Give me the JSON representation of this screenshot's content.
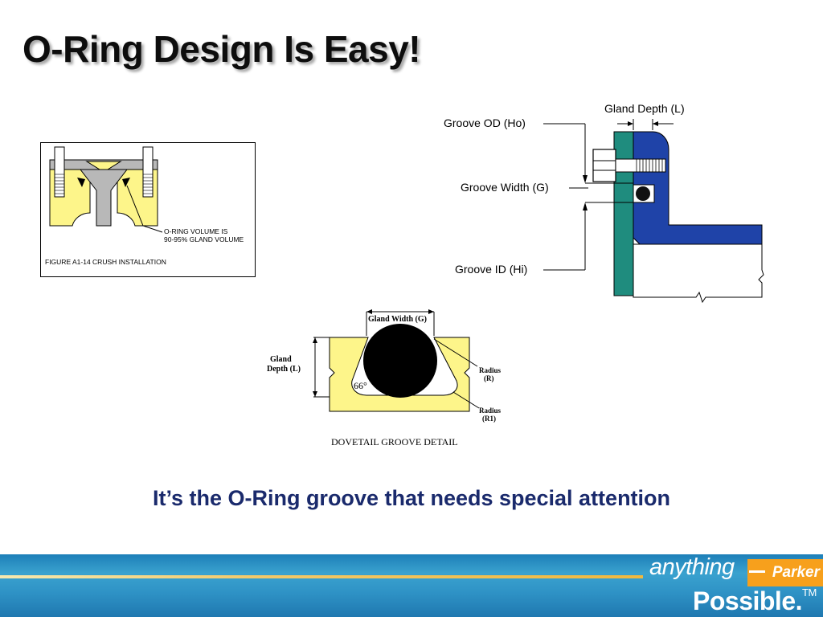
{
  "slide": {
    "title": "O-Ring Design Is Easy!",
    "caption": "It’s the O-Ring groove that needs special attention"
  },
  "figure_crush": {
    "note_line1": "O-RING VOLUME IS",
    "note_line2": "90-95% GLAND VOLUME",
    "label": "FIGURE A1-14 CRUSH INSTALLATION"
  },
  "figure_face_seal": {
    "gland_depth": "Gland Depth (L)",
    "groove_od": "Groove OD (Ho)",
    "groove_width": "Groove Width (G)",
    "groove_id": "Groove ID (Hi)"
  },
  "figure_dovetail": {
    "gland_width": "Gland Width (G)",
    "gland_depth_line1": "Gland",
    "gland_depth_line2": "Depth (L)",
    "angle": "66°",
    "radius_r_line1": "Radius",
    "radius_r_line2": "(R)",
    "radius_r1_line1": "Radius",
    "radius_r1_line2": "(R1)",
    "label": "DOVETAIL GROOVE DETAIL"
  },
  "brand": {
    "anything": "anything",
    "parker": "Parker",
    "possible": "Possible.",
    "tm": "TM"
  },
  "colors": {
    "title_text": "#0d0d0d",
    "caption_text": "#1a2a6c",
    "gland_yellow": "#fdf58a",
    "seal_blue": "#1f43a8",
    "plate_teal": "#1f8c7e",
    "footer_blue": "#2f93c6",
    "parker_orange": "#f7a01c"
  }
}
